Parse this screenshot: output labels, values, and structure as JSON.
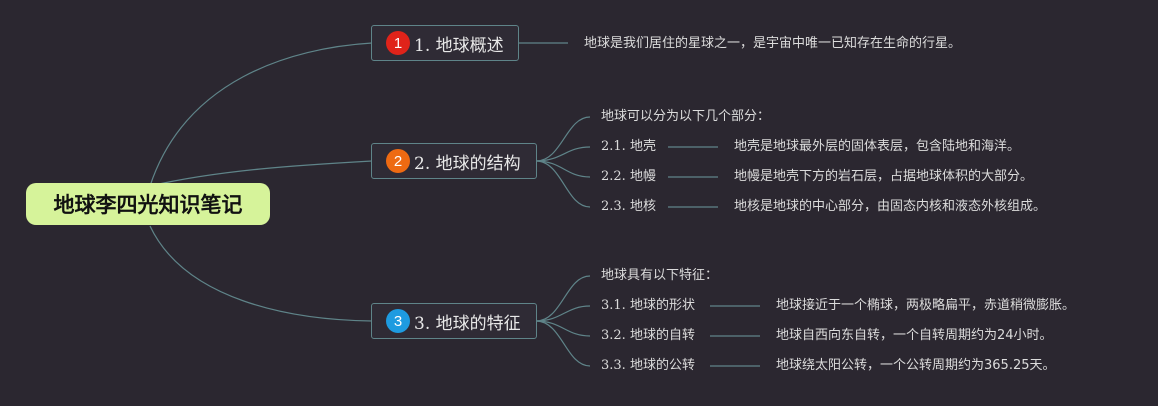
{
  "colors": {
    "background": "#2b2730",
    "root_fill": "#d6f39a",
    "connector": "#5f8489",
    "badge_1": "#e0231a",
    "badge_2": "#ee6a12",
    "badge_3": "#1e9be0"
  },
  "root": {
    "title": "地球李四光知识笔记"
  },
  "branches": [
    {
      "badge": "1",
      "title": "1. 地球概述",
      "detail": "地球是我们居住的星球之一，是宇宙中唯一已知存在生命的行星。"
    },
    {
      "badge": "2",
      "title": "2. 地球的结构",
      "intro": "地球可以分为以下几个部分：",
      "items": [
        {
          "label": "2.1. 地壳",
          "detail": "地壳是地球最外层的固体表层，包含陆地和海洋。"
        },
        {
          "label": "2.2. 地幔",
          "detail": "地幔是地壳下方的岩石层，占据地球体积的大部分。"
        },
        {
          "label": "2.3. 地核",
          "detail": "地核是地球的中心部分，由固态内核和液态外核组成。"
        }
      ]
    },
    {
      "badge": "3",
      "title": "3. 地球的特征",
      "intro": "地球具有以下特征：",
      "items": [
        {
          "label": "3.1. 地球的形状",
          "detail": "地球接近于一个椭球，两极略扁平，赤道稍微膨胀。"
        },
        {
          "label": "3.2. 地球的自转",
          "detail": "地球自西向东自转，一个自转周期约为24小时。"
        },
        {
          "label": "3.3. 地球的公转",
          "detail": "地球绕太阳公转，一个公转周期约为365.25天。"
        }
      ]
    }
  ]
}
